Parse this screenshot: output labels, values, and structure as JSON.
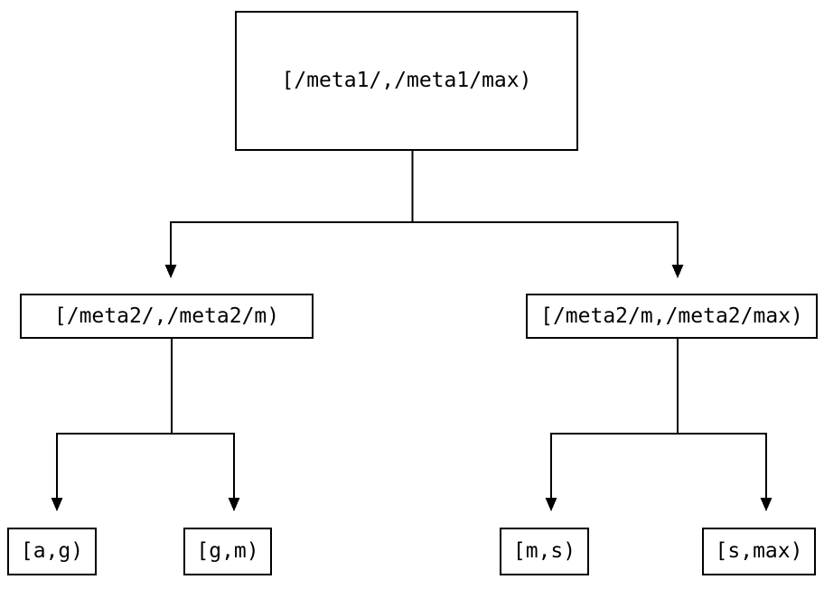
{
  "diagram": {
    "colors": {
      "background": "#ffffff",
      "line": "#000000",
      "node_border": "#000000",
      "node_fill": "#ffffff",
      "text": "#000000"
    },
    "nodes": {
      "root": {
        "label": "[/meta1/,/meta1/max)"
      },
      "meta2_left": {
        "label": "[/meta2/,/meta2/m)"
      },
      "meta2_right": {
        "label": "[/meta2/m,/meta2/max)"
      },
      "leaf_ag": {
        "label": "[a,g)"
      },
      "leaf_gm": {
        "label": "[g,m)"
      },
      "leaf_ms": {
        "label": "[m,s)"
      },
      "leaf_smax": {
        "label": "[s,max)"
      }
    }
  }
}
